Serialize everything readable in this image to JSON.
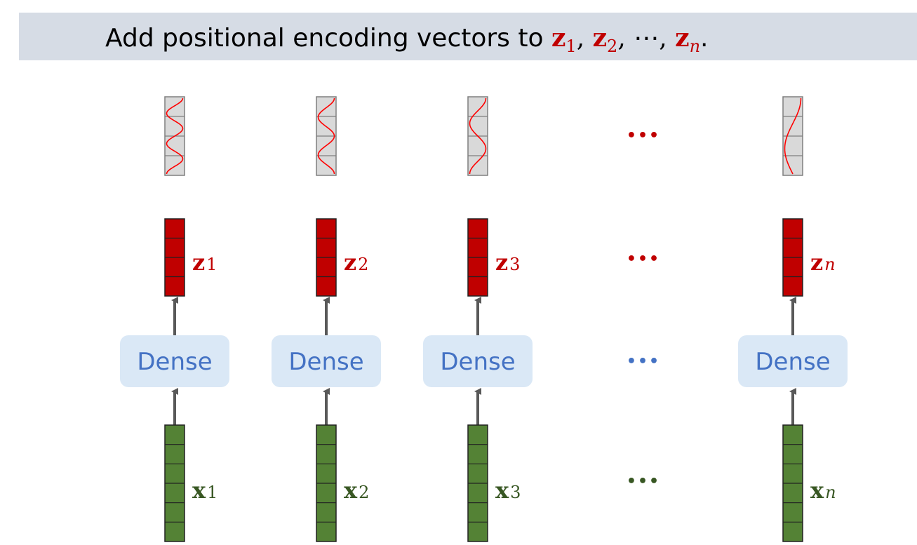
{
  "title": {
    "prefix": "Add positional encoding vectors to ",
    "vector_symbol": "z",
    "items": [
      "1",
      "2",
      "⋯",
      "n"
    ],
    "suffix": "."
  },
  "columns": [
    {
      "pe_cells": 4,
      "pe_cycles": 2.5,
      "z_symbol": "z",
      "z_sub": "1",
      "x_symbol": "x",
      "x_sub": "1",
      "dense_label": "Dense"
    },
    {
      "pe_cells": 4,
      "pe_cycles": 2.0,
      "z_symbol": "z",
      "z_sub": "2",
      "x_symbol": "x",
      "x_sub": "2",
      "dense_label": "Dense"
    },
    {
      "pe_cells": 4,
      "pe_cycles": 1.5,
      "z_symbol": "z",
      "z_sub": "3",
      "x_symbol": "x",
      "x_sub": "3",
      "dense_label": "Dense"
    },
    {
      "pe_cells": 4,
      "pe_cycles": 0.75,
      "z_symbol": "z",
      "z_sub": "n",
      "x_symbol": "x",
      "x_sub": "n",
      "dense_label": "Dense"
    }
  ],
  "ellipsis": "•••",
  "colors": {
    "banner": "#d6dce5",
    "z_fill": "#c00000",
    "x_fill": "#548235",
    "x_text": "#385723",
    "dense_fill": "#dae8f6",
    "dense_text": "#4472c4",
    "pe_fill": "#d9d9d9",
    "pe_wave": "#ff0000",
    "arrow": "#595959"
  }
}
